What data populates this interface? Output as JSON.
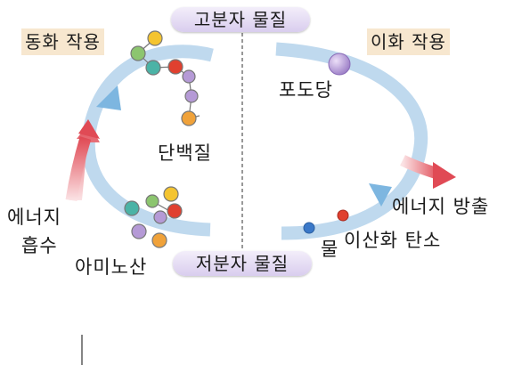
{
  "labels": {
    "top_pill": "고분자 물질",
    "bottom_pill": "저분자 물질",
    "left_tag": "동화 작용",
    "right_tag": "이화 작용",
    "protein": "단백질",
    "glucose": "포도당",
    "energy_absorb_1": "에너지",
    "energy_absorb_2": "흡수",
    "amino_acid": "아미노산",
    "energy_release": "에너지 방출",
    "water": "물",
    "co2": "이산화 탄소"
  },
  "colors": {
    "ring": "#bfd9ee",
    "arrow_head": "#7db6e0",
    "energy_arrow": "#e04a55",
    "molecule_yellow": "#f4c430",
    "molecule_green": "#8cc56f",
    "molecule_teal": "#4bb3a6",
    "molecule_red": "#e0402f",
    "molecule_purple": "#b59ad6",
    "molecule_orange": "#f0a23a",
    "molecule_blue": "#3a78c8"
  }
}
